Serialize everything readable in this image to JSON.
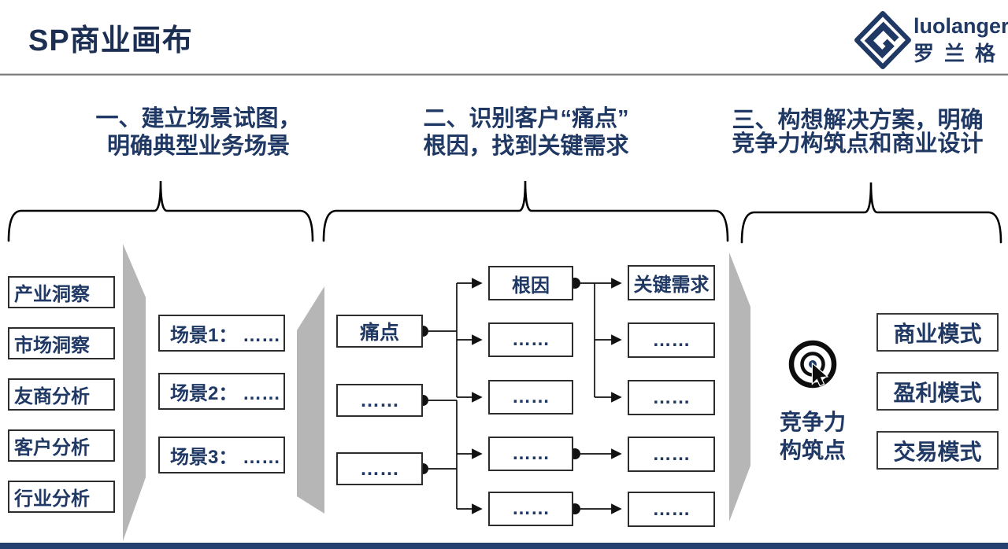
{
  "title": {
    "text": "SP商业画布"
  },
  "logo": {
    "name": "luolanger",
    "cn": "罗兰格",
    "icon": "logo-diamond-icon"
  },
  "sections": [
    {
      "line1": "一、建立场景试图，",
      "line2": "明确典型业务场景"
    },
    {
      "line1": "二、识别客户“痛点”",
      "line2": "根因，找到关键需求"
    },
    {
      "line1": "三、构想解决方案，明确",
      "line2": "竞争力构筑点和商业设计"
    }
  ],
  "left_column": {
    "items": [
      "产业洞察",
      "市场洞察",
      "友商分析",
      "客户分析",
      "行业分析"
    ]
  },
  "scenario_column": {
    "items": [
      "场景1： ……",
      "场景2： ……",
      "场景3： ……"
    ]
  },
  "pain_column": {
    "items": [
      "痛点",
      "……",
      "……"
    ]
  },
  "rootcause_column": {
    "items": [
      "根因",
      "……",
      "……",
      "……",
      "……"
    ]
  },
  "keyneeds_column": {
    "items": [
      "关键需求",
      "……",
      "……",
      "……",
      "……"
    ]
  },
  "competitive": {
    "icon": "target-cursor-icon",
    "line1": "竞争力",
    "line2": "构筑点"
  },
  "business_models": {
    "items": [
      "商业模式",
      "盈利模式",
      "交易模式"
    ]
  },
  "colors": {
    "navy_text": "#1f3864",
    "box_border": "#2d2d2d",
    "connector": "#111111",
    "gray_shape": "#b6b6b6",
    "bottom_bar": "#24406e"
  }
}
